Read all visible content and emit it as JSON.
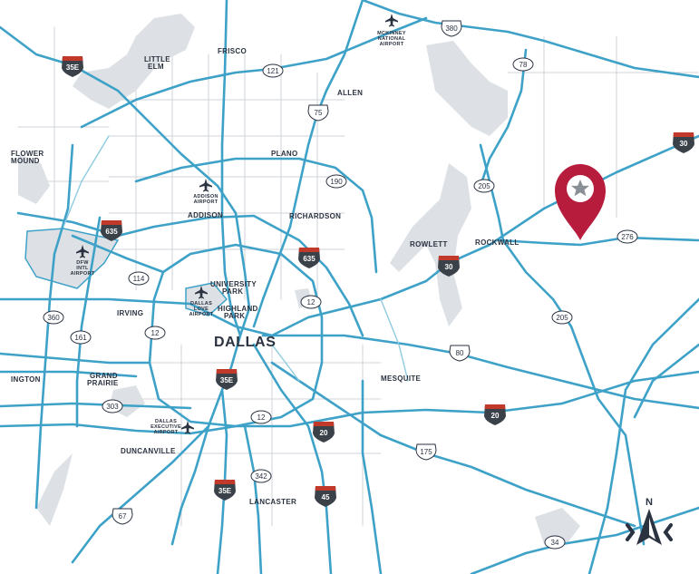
{
  "colors": {
    "road": "#3ea2c8",
    "water": "#dde1e5",
    "interstate_shield": "#3b4149",
    "interstate_top": "#c0392b",
    "marker": "#b71c3c",
    "label": "#2b3240"
  },
  "labels": {
    "frisco": "FRISCO",
    "little_elm_1": "LITTLE",
    "little_elm_2": "ELM",
    "allen": "ALLEN",
    "plano": "PLANO",
    "flower_mound_1": "FLOWER",
    "flower_mound_2": "MOUND",
    "richardson": "RICHARDSON",
    "rowlett": "ROWLETT",
    "rockwall": "ROCKWALL",
    "addison": "ADDISON",
    "university_park_1": "UNIVERSITY",
    "university_park_2": "PARK",
    "highland_park_1": "HIGHLAND",
    "highland_park_2": "PARK",
    "irving": "IRVING",
    "dallas": "DALLAS",
    "grand_prairie_1": "GRAND",
    "grand_prairie_2": "PRAIRIE",
    "arlington": "INGTON",
    "mesquite": "MESQUITE",
    "duncanville": "DUNCANVILLE",
    "lancaster": "LANCASTER"
  },
  "airports": {
    "mckinney_1": "MCKINNEY",
    "mckinney_2": "NATIONAL",
    "mckinney_3": "AIRPORT",
    "addison_1": "ADDISON",
    "addison_2": "AIRPORT",
    "dfw_1": "DFW",
    "dfw_2": "INTL",
    "dfw_3": "AIRPORT",
    "love_1": "DALLAS",
    "love_2": "LOVE",
    "love_3": "AIRPORT",
    "exec_1": "DALLAS",
    "exec_2": "EXECUTIVE",
    "exec_3": "AIRPORT"
  },
  "interstates": {
    "i35e_north": "35E",
    "i635_west": "635",
    "i635_east": "635",
    "i30_east": "30",
    "i30_edge": "30",
    "i35e_dallas": "35E",
    "i35e_south": "35E",
    "i20_center": "20",
    "i20_east": "20",
    "i45": "45"
  },
  "us_routes": {
    "us380": "380",
    "us75": "75",
    "us175": "175",
    "us67": "67",
    "us80": "80"
  },
  "state_routes": {
    "sh121": "121",
    "sh78": "78",
    "sh190": "190",
    "sh205_n": "205",
    "sh205_s": "205",
    "sh276": "276",
    "sh114": "114",
    "sh12_n": "12",
    "sh12_w": "12",
    "sh12_s": "12",
    "sh360": "360",
    "sh161": "161",
    "sh303": "303",
    "sh342": "342",
    "sh34": "34"
  },
  "compass": {
    "north_label": "N"
  }
}
